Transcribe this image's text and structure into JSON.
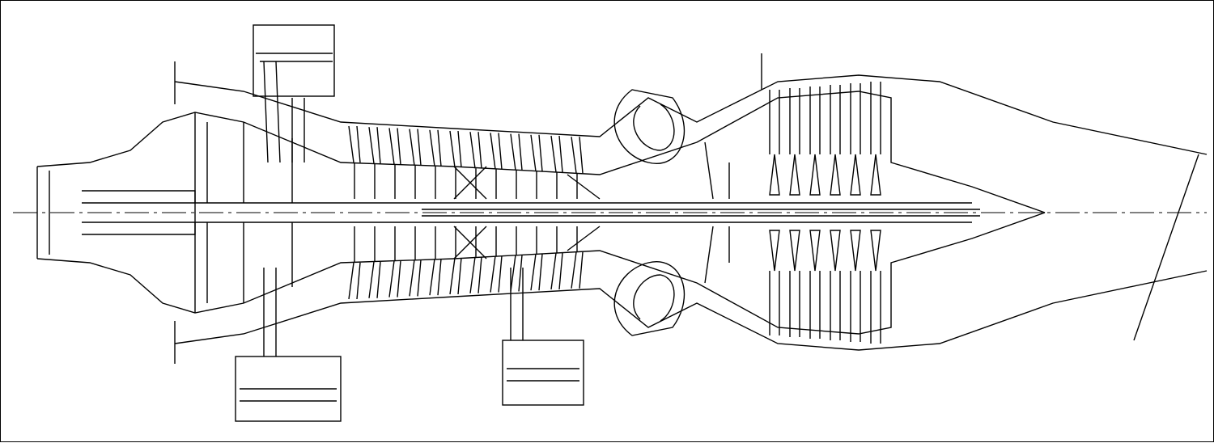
{
  "drawing": {
    "subject": "engine-cross-section",
    "line_color": "#000000",
    "background_color": "#ffffff",
    "compressor_stages": 12,
    "turbine_stages": 6
  }
}
